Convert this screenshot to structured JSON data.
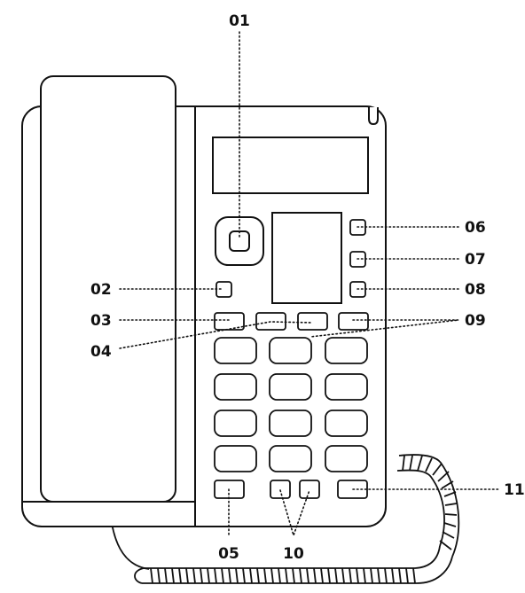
{
  "callouts": {
    "c01": "01",
    "c02": "02",
    "c03": "03",
    "c04": "04",
    "c05": "05",
    "c06": "06",
    "c07": "07",
    "c08": "08",
    "c09": "09",
    "c10": "10",
    "c11": "11"
  },
  "colors": {
    "ink": "#111111",
    "background": "#ffffff"
  }
}
